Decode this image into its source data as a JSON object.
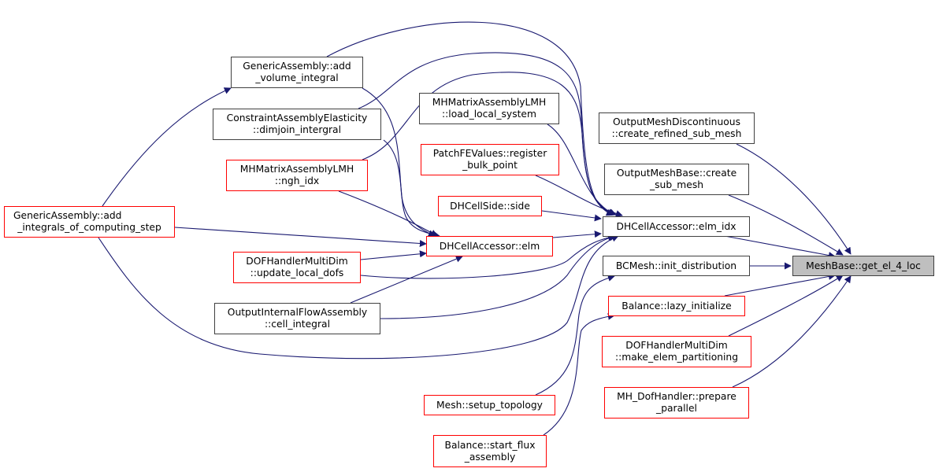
{
  "colors": {
    "edge": "#191970",
    "node_border": "#404040",
    "node_incomplete_border": "#ff0000",
    "root_fill": "#bfbfbf"
  },
  "nodes": {
    "root": {
      "l1": "MeshBase::get_el_4_loc"
    },
    "add_volume_integral": {
      "l1": "GenericAssembly::add",
      "l2": "_volume_integral"
    },
    "dimjoin": {
      "l1": "ConstraintAssemblyElasticity",
      "l2": "::dimjoin_intergral"
    },
    "ngh_idx": {
      "l1": "MHMatrixAssemblyLMH",
      "l2": "::ngh_idx"
    },
    "add_integrals": {
      "l1": "GenericAssembly::add",
      "l2": "_integrals_of_computing_step"
    },
    "update_local_dofs": {
      "l1": "DOFHandlerMultiDim",
      "l2": "::update_local_dofs"
    },
    "cell_integral": {
      "l1": "OutputInternalFlowAssembly",
      "l2": "::cell_integral"
    },
    "load_local_system": {
      "l1": "MHMatrixAssemblyLMH",
      "l2": "::load_local_system"
    },
    "register_bulk_point": {
      "l1": "PatchFEValues::register",
      "l2": "_bulk_point"
    },
    "side": {
      "l1": "DHCellSide::side"
    },
    "elm": {
      "l1": "DHCellAccessor::elm"
    },
    "setup_topology": {
      "l1": "Mesh::setup_topology"
    },
    "start_flux": {
      "l1": "Balance::start_flux",
      "l2": "_assembly"
    },
    "refined_sub_mesh": {
      "l1": "OutputMeshDiscontinuous",
      "l2": "::create_refined_sub_mesh"
    },
    "create_sub_mesh": {
      "l1": "OutputMeshBase::create",
      "l2": "_sub_mesh"
    },
    "elm_idx": {
      "l1": "DHCellAccessor::elm_idx"
    },
    "init_distribution": {
      "l1": "BCMesh::init_distribution"
    },
    "lazy_initialize": {
      "l1": "Balance::lazy_initialize"
    },
    "make_elem_partitioning": {
      "l1": "DOFHandlerMultiDim",
      "l2": "::make_elem_partitioning"
    },
    "prepare_parallel": {
      "l1": "MH_DofHandler::prepare",
      "l2": "_parallel"
    }
  }
}
